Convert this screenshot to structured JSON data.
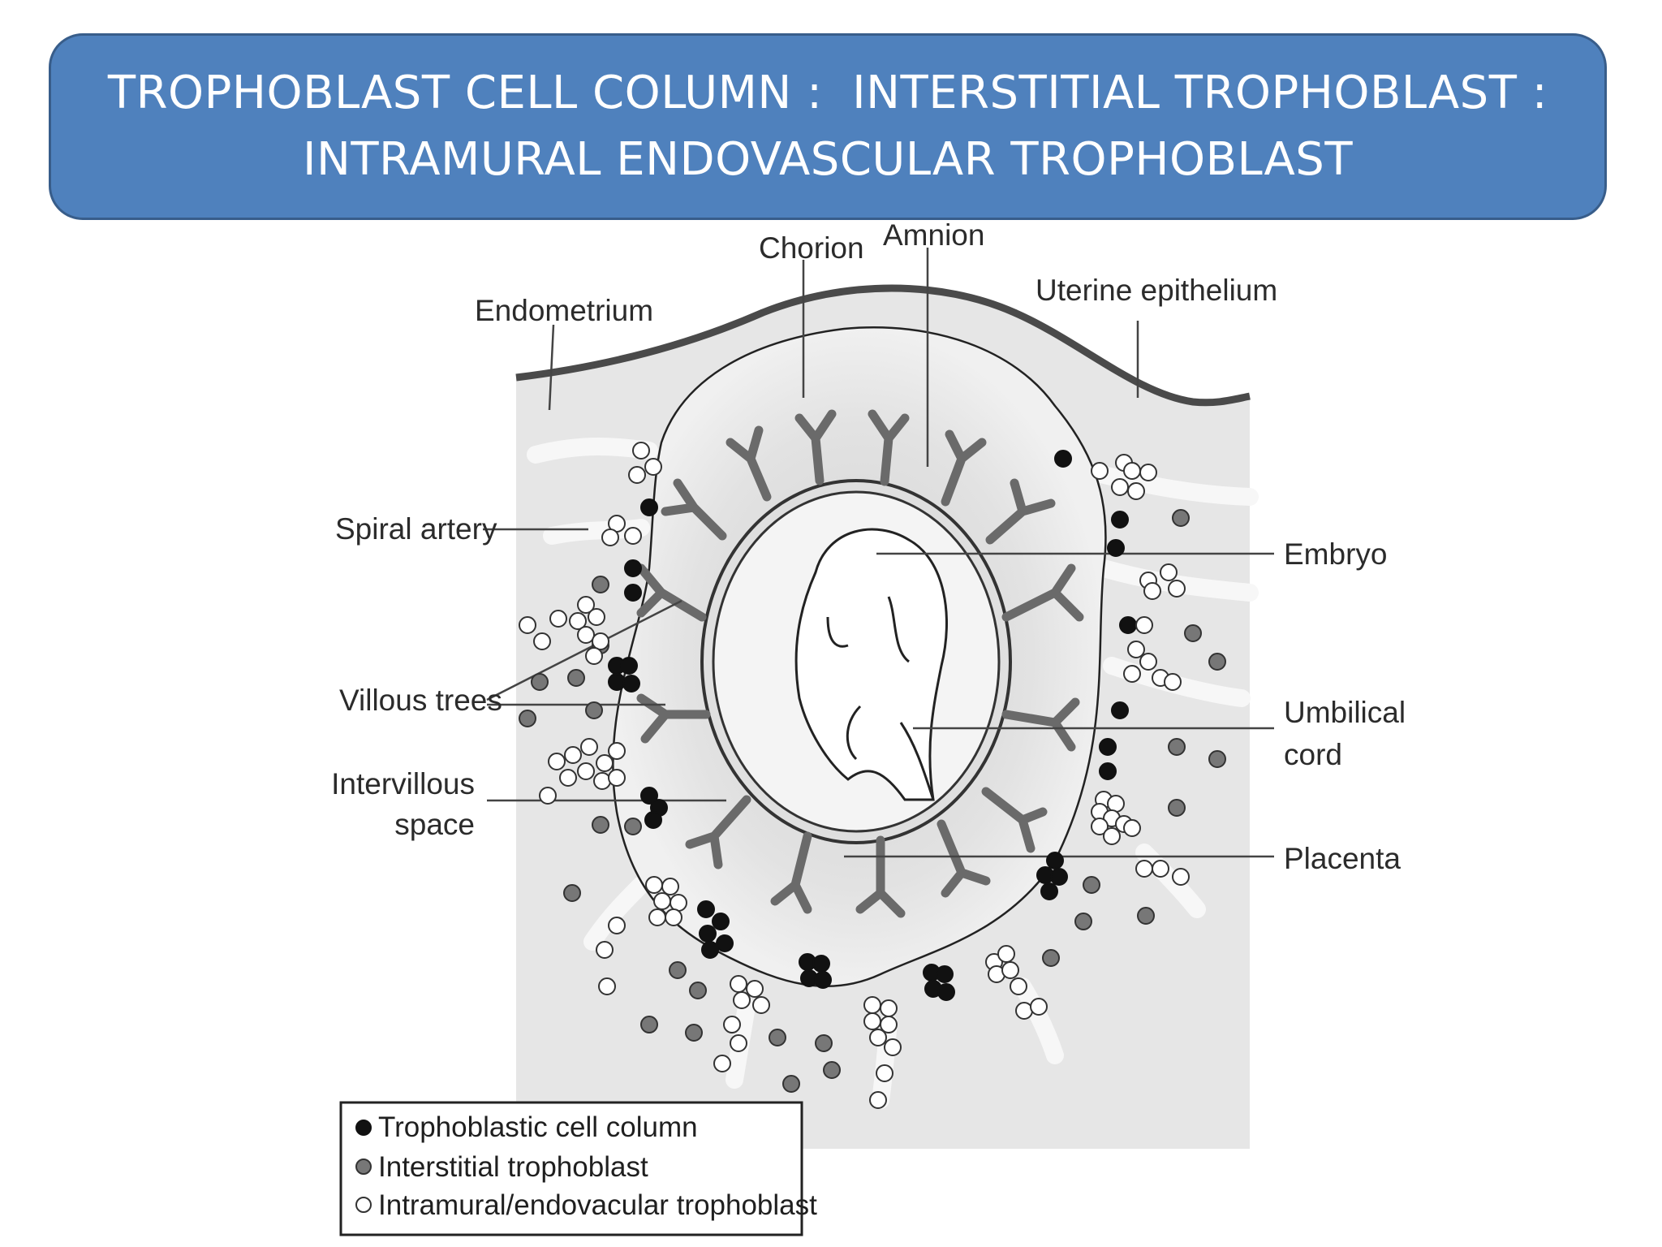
{
  "title": {
    "line1": "TROPHOBLAST CELL COLUMN :  INTERSTITIAL TROPHOBLAST :",
    "line2": "INTRAMURAL ENDOVASCULAR TROPHOBLAST"
  },
  "labels": {
    "chorion": "Chorion",
    "amnion": "Amnion",
    "endometrium": "Endometrium",
    "uterine_epithelium": "Uterine epithelium",
    "spiral_artery": "Spiral artery",
    "embryo": "Embryo",
    "villous_trees": "Villous trees",
    "umbilical_line1": "Umbilical",
    "umbilical_line2": "cord",
    "intervillous_line1": "Intervillous",
    "intervillous_line2": "space",
    "placenta": "Placenta"
  },
  "legend": {
    "items": [
      {
        "label": "Trophoblastic cell column",
        "marker": "filled-black"
      },
      {
        "label": "Interstitial trophoblast",
        "marker": "filled-grey"
      },
      {
        "label": "Intramural/endovacular trophoblast",
        "marker": "open-white"
      }
    ]
  },
  "colors": {
    "banner_fill": "#4f81bd",
    "banner_border": "#385d8a",
    "tissue": "#e6e6e6",
    "cell_column": "#111111",
    "interstitial": "#777777",
    "endovascular": "#ffffff"
  }
}
